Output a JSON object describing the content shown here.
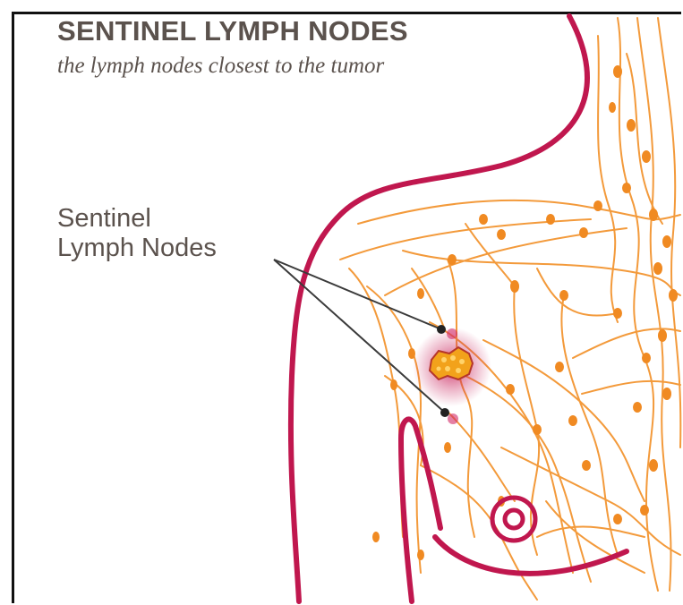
{
  "title": "SENTINEL LYMPH NODES",
  "subtitle": "the lymph nodes closest to the tumor",
  "callout": {
    "line1": "Sentinel",
    "line2": "Lymph Nodes"
  },
  "colors": {
    "body_outline": "#c0174e",
    "lymph": "#f39a3b",
    "node": "#f08a22",
    "tumor": "#f2a21b",
    "tumor_glow": "#c8205a",
    "text": "#5b524d",
    "pointer": "#3a3a3a"
  }
}
